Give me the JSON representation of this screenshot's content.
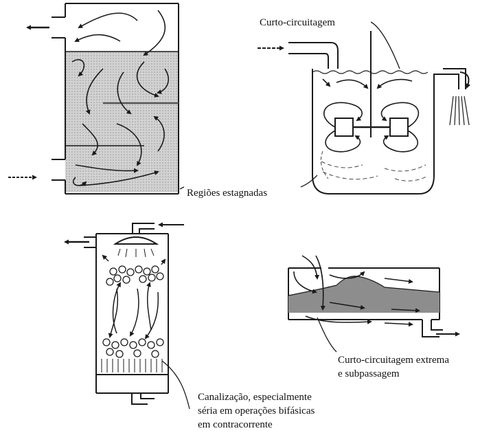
{
  "labels": {
    "short_circuit": "Curto-circuitagem",
    "stagnant": "Regiões estagnadas",
    "extreme_line1": "Curto-circuitagem extrema",
    "extreme_line2": "e subpassagem",
    "channel_line1": "Canalização, especialmente",
    "channel_line2": "séria em operações bifásicas",
    "channel_line3": "em contracorrente"
  },
  "colors": {
    "ink": "#1a1a1a",
    "fill_gray": "#c9c9c9",
    "fill_dark": "#8d8d8d",
    "background": "#ffffff"
  }
}
